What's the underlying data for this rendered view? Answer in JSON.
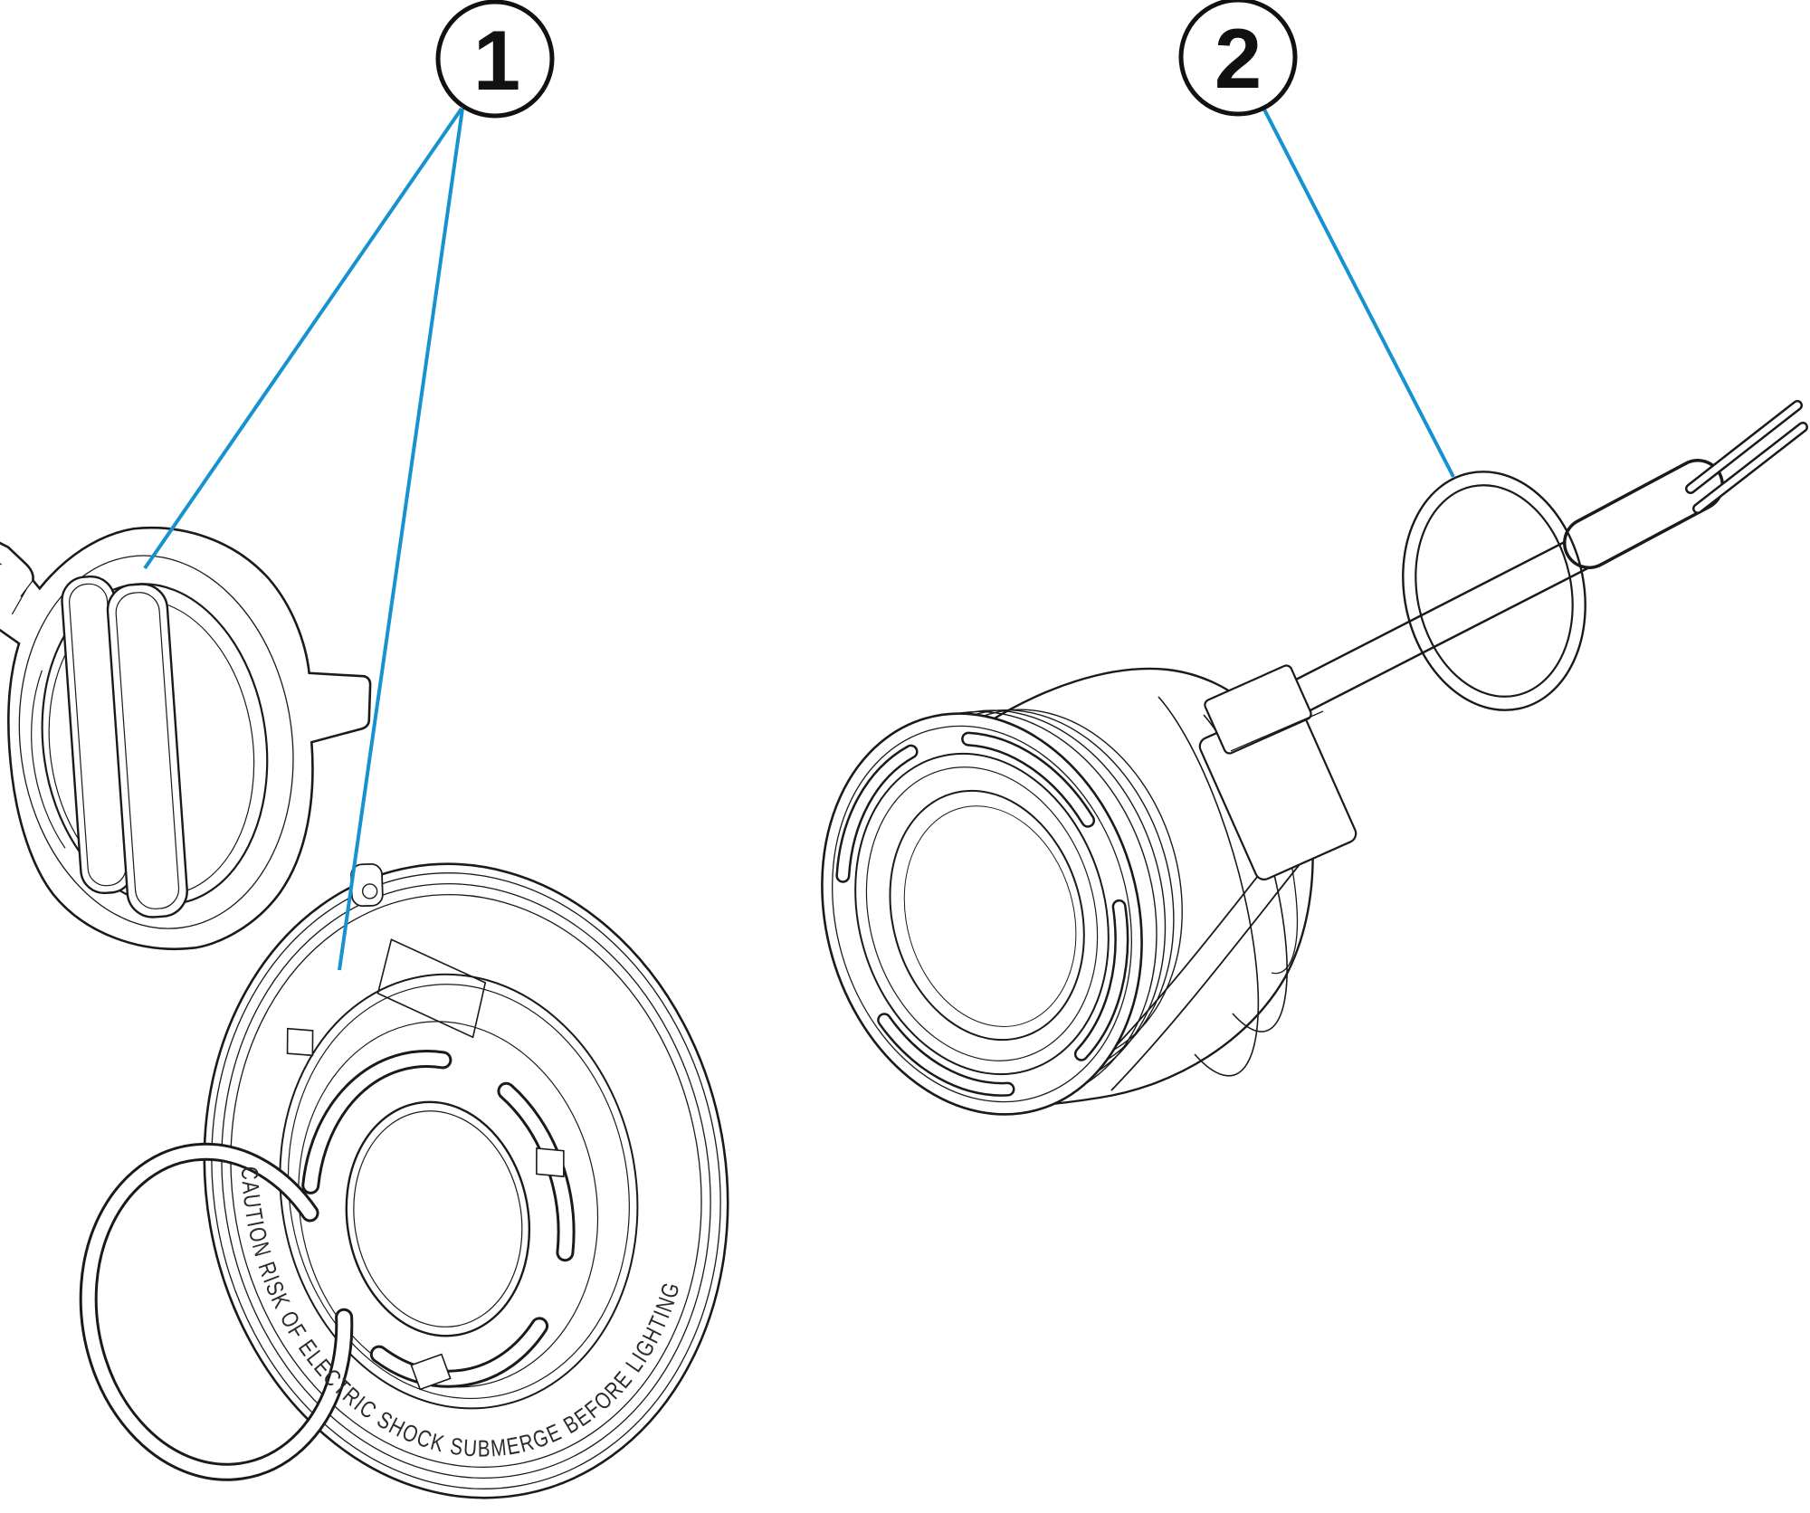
{
  "callouts": [
    {
      "label": "1",
      "targets": [
        "retainer-clip",
        "faceplate-trim-ring"
      ]
    },
    {
      "label": "2",
      "targets": [
        "o-ring"
      ]
    }
  ],
  "faceplate": {
    "engraved_text": "CAUTION RISK OF ELECTRIC SHOCK SUBMERGE BEFORE LIGHTING"
  },
  "parts": [
    {
      "name": "retainer-clip"
    },
    {
      "name": "faceplate-trim-ring"
    },
    {
      "name": "light-fixture"
    },
    {
      "name": "power-cable"
    },
    {
      "name": "o-ring"
    }
  ],
  "colors": {
    "leader_blue": "#1792d0",
    "line": "#1a1a1a",
    "background": "#ffffff"
  }
}
